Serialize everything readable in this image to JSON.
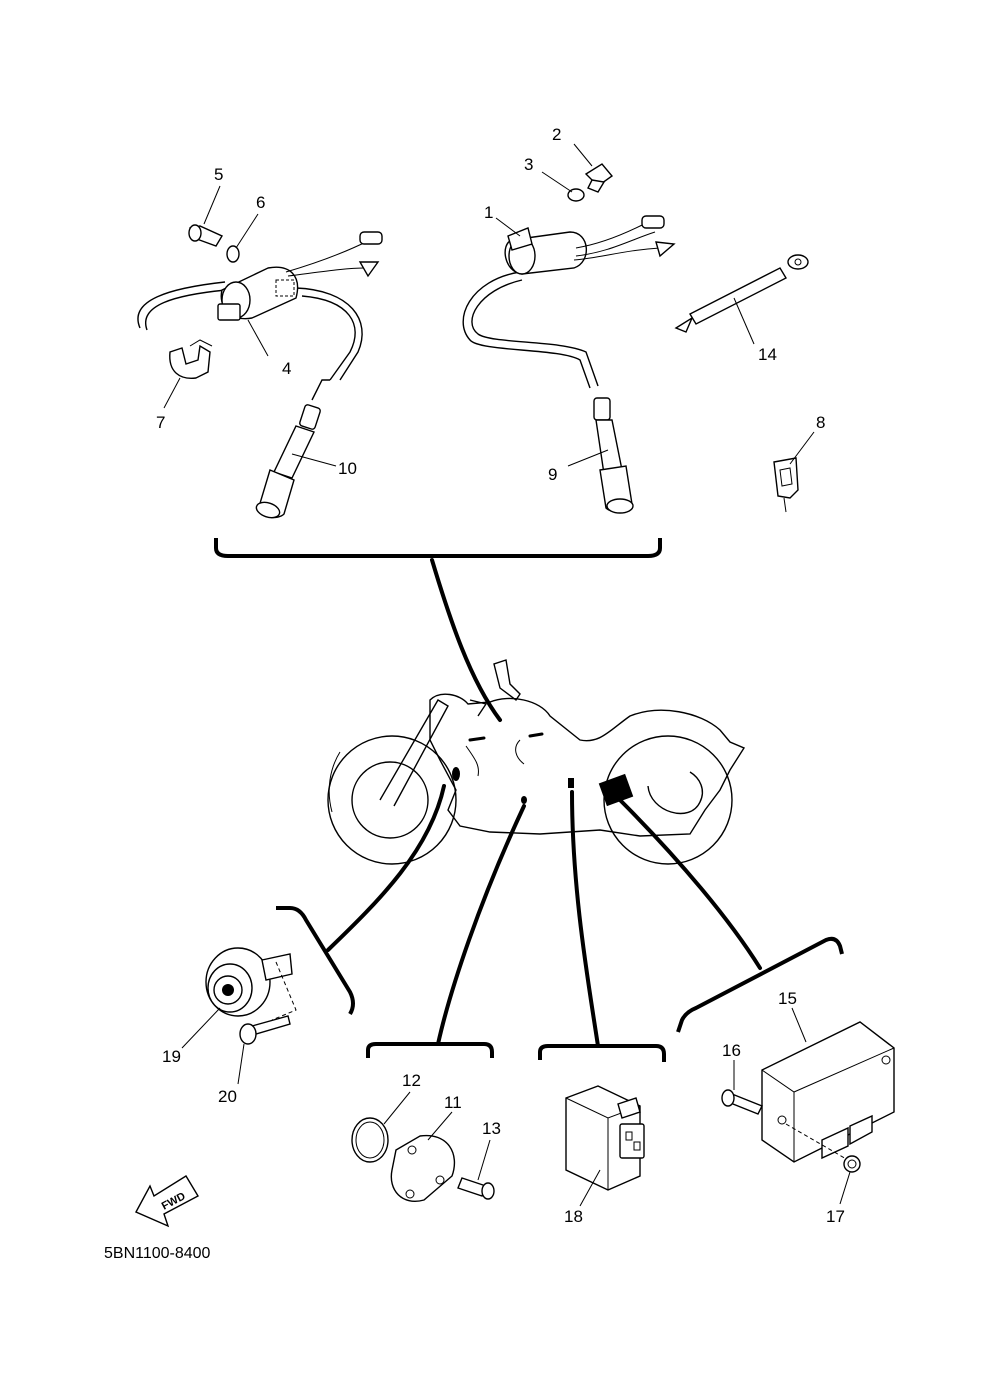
{
  "diagram": {
    "drawing_code": "5BN1100-8400",
    "fwd_label": "FWD",
    "callouts": {
      "c1": "1",
      "c2": "2",
      "c3": "3",
      "c4": "4",
      "c5": "5",
      "c6": "6",
      "c7": "7",
      "c8": "8",
      "c9": "9",
      "c10": "10",
      "c11": "11",
      "c12": "12",
      "c13": "13",
      "c14": "14",
      "c15": "15",
      "c16": "16",
      "c17": "17",
      "c18": "18",
      "c19": "19",
      "c20": "20"
    }
  }
}
